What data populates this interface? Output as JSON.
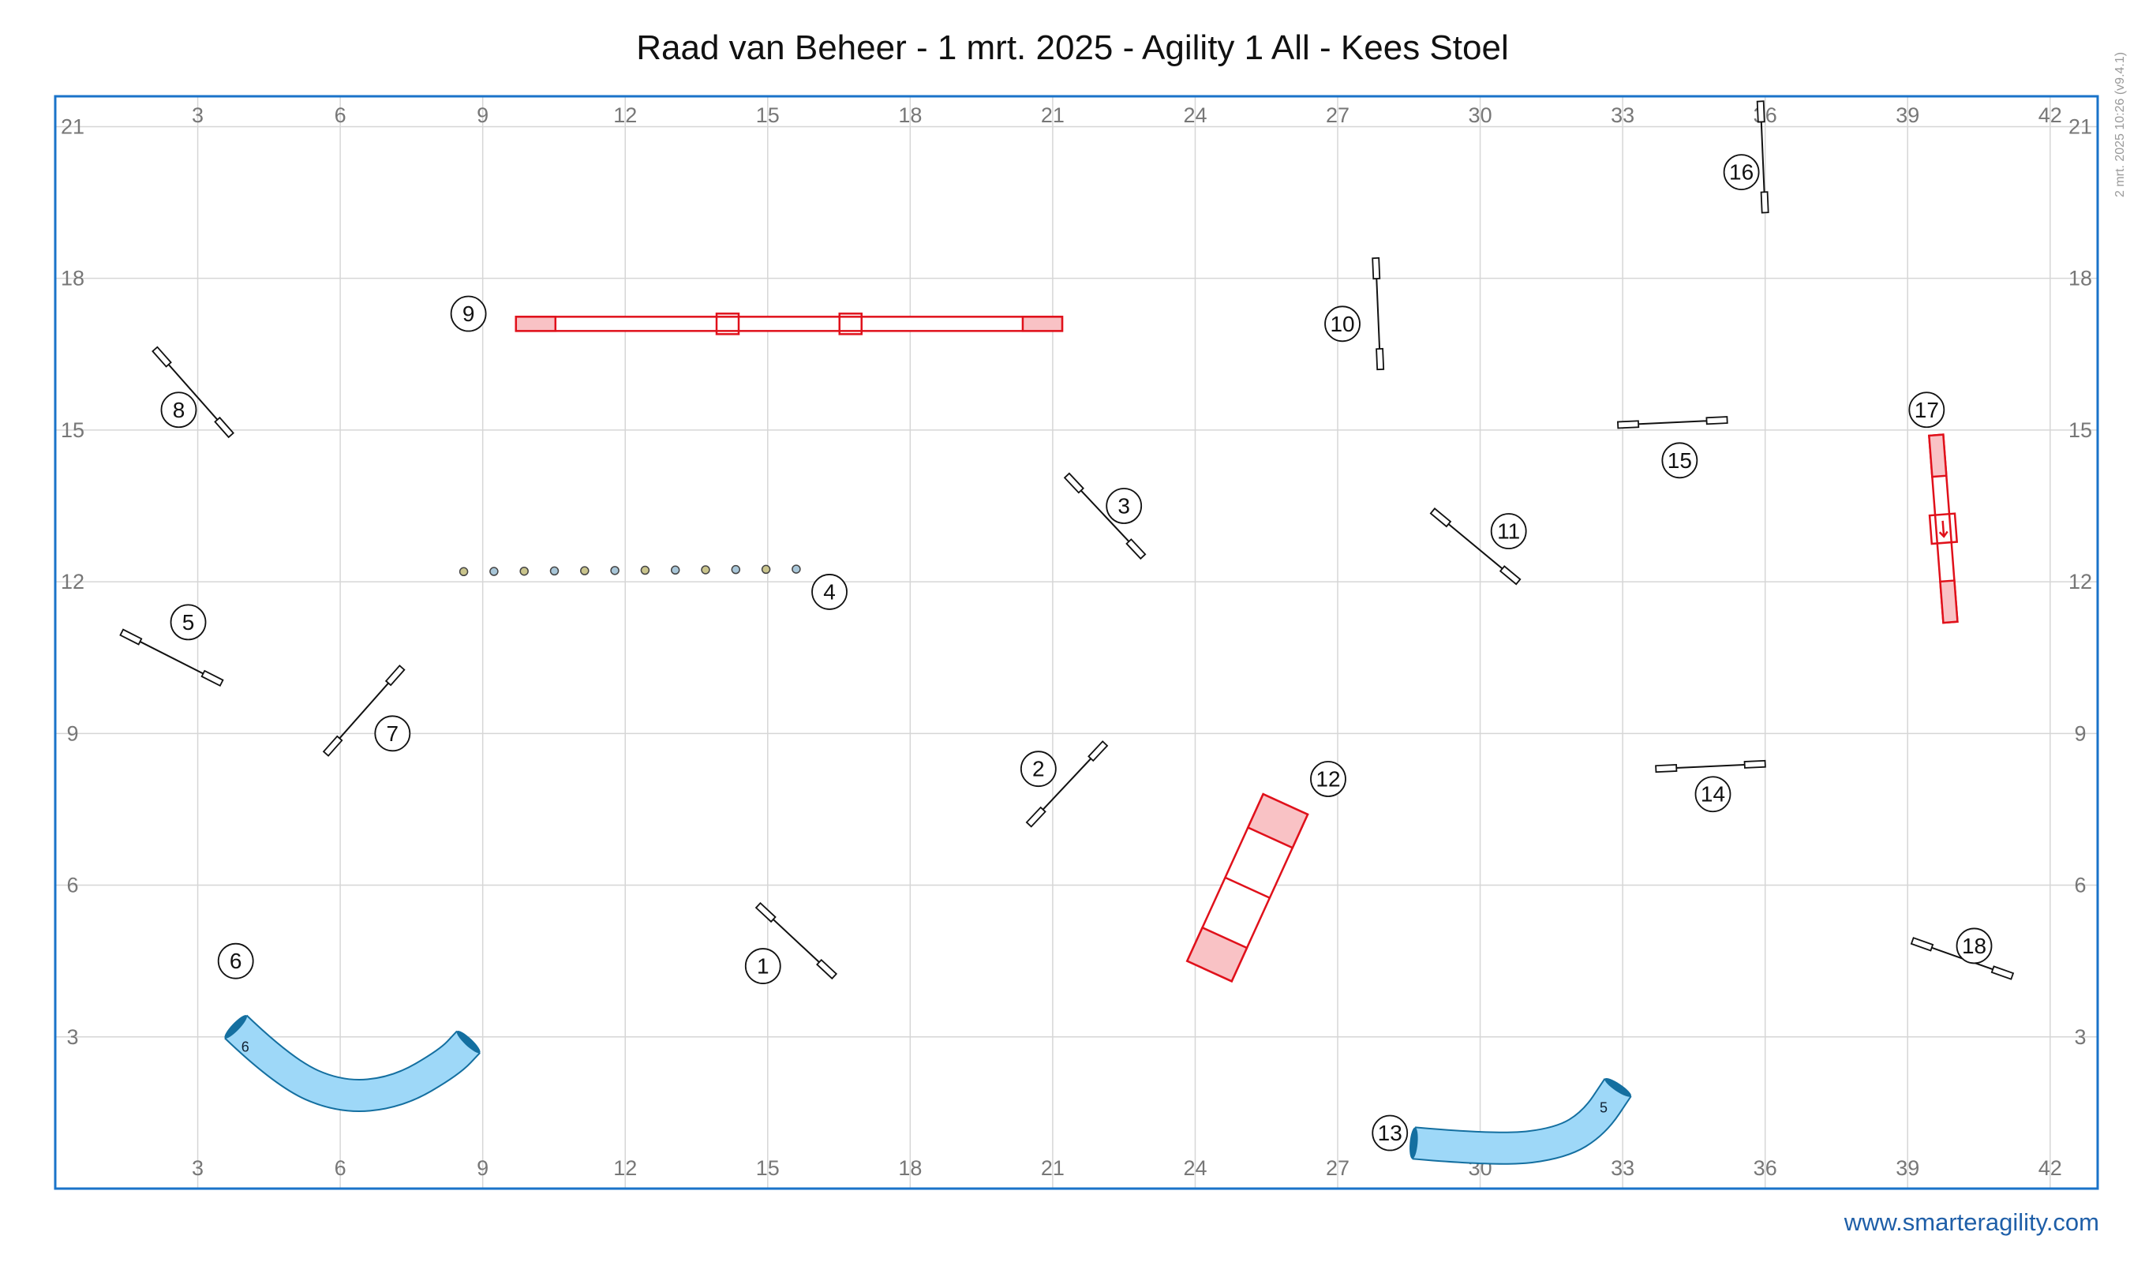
{
  "title": "Raad van Beheer - 1 mrt. 2025 - Agility 1 All - Kees Stoel",
  "footer": "www.smarteragility.com",
  "version_stamp": "2 mrt. 2025 10:26  (v9.4.1)",
  "colors": {
    "frame": "#1a73c9",
    "grid": "#d6d6d6",
    "contact_red": "#e0111b",
    "contact_fill": "#f9c2c5",
    "tunnel_fill": "#9ed8f8",
    "tunnel_stroke": "#146fa0",
    "ink": "#111111"
  },
  "axes": {
    "x_ticks": [
      3,
      6,
      9,
      12,
      15,
      18,
      21,
      24,
      27,
      30,
      33,
      36,
      39,
      42
    ],
    "y_ticks": [
      3,
      6,
      9,
      12,
      15,
      18,
      21
    ],
    "x_range": [
      0,
      43
    ],
    "y_range": [
      0,
      21.6
    ]
  },
  "obstacles": {
    "jumps": [
      {
        "number": "1",
        "a": [
          14.8,
          5.6
        ],
        "b": [
          16.4,
          4.2
        ],
        "label": [
          14.9,
          4.4
        ]
      },
      {
        "number": "2",
        "a": [
          20.5,
          7.2
        ],
        "b": [
          22.1,
          8.8
        ],
        "label": [
          20.7,
          8.3
        ]
      },
      {
        "number": "3",
        "a": [
          21.3,
          14.1
        ],
        "b": [
          22.9,
          12.5
        ],
        "label": [
          22.5,
          13.5
        ]
      },
      {
        "number": "5",
        "a": [
          1.4,
          11.0
        ],
        "b": [
          3.5,
          10.0
        ],
        "label": [
          2.8,
          11.2
        ]
      },
      {
        "number": "7",
        "a": [
          5.7,
          8.6
        ],
        "b": [
          7.3,
          10.3
        ],
        "label": [
          7.1,
          9.0
        ]
      },
      {
        "number": "8",
        "a": [
          2.1,
          16.6
        ],
        "b": [
          3.7,
          14.9
        ],
        "label": [
          2.6,
          15.4
        ]
      },
      {
        "number": "10",
        "a": [
          27.8,
          18.4
        ],
        "b": [
          27.9,
          16.2
        ],
        "label": [
          27.1,
          17.1
        ]
      },
      {
        "number": "11",
        "a": [
          29.0,
          13.4
        ],
        "b": [
          30.8,
          12.0
        ],
        "label": [
          30.6,
          13.0
        ]
      },
      {
        "number": "14",
        "a": [
          33.7,
          8.3
        ],
        "b": [
          36.0,
          8.4
        ],
        "label": [
          34.9,
          7.8
        ]
      },
      {
        "number": "15",
        "a": [
          32.9,
          15.1
        ],
        "b": [
          35.2,
          15.2
        ],
        "label": [
          34.2,
          14.4
        ]
      },
      {
        "number": "16",
        "a": [
          35.9,
          21.5
        ],
        "b": [
          36.0,
          19.3
        ],
        "label": [
          35.5,
          20.1
        ]
      },
      {
        "number": "18",
        "a": [
          39.1,
          4.9
        ],
        "b": [
          41.2,
          4.2
        ],
        "label": [
          40.4,
          4.8
        ]
      }
    ],
    "dogwalk": {
      "number": "9",
      "from": [
        9.7,
        17.1
      ],
      "to": [
        21.2,
        17.1
      ],
      "label": [
        8.7,
        17.3
      ]
    },
    "aframe": {
      "number": "12",
      "from": [
        25.9,
        7.6
      ],
      "to": [
        24.3,
        4.3
      ],
      "label": [
        26.8,
        8.1
      ]
    },
    "seesaw": {
      "number": "17",
      "from": [
        39.6,
        14.9
      ],
      "to": [
        39.9,
        11.2
      ],
      "label": [
        39.4,
        15.4
      ]
    },
    "weave": {
      "number": "4",
      "from": [
        8.6,
        12.2
      ],
      "to": [
        15.6,
        12.25
      ],
      "poles": 12,
      "label": [
        16.3,
        11.8
      ]
    },
    "tunnels": [
      {
        "number": "6",
        "tag": "6",
        "label": [
          3.8,
          4.5
        ],
        "mark": [
          4.0,
          2.8
        ],
        "path": [
          [
            3.8,
            3.2
          ],
          [
            4.8,
            2.3
          ],
          [
            6.0,
            1.8
          ],
          [
            7.2,
            1.9
          ],
          [
            8.3,
            2.5
          ],
          [
            8.7,
            2.9
          ]
        ]
      },
      {
        "number": "13",
        "tag": "5",
        "label": [
          28.1,
          1.1
        ],
        "mark": [
          32.6,
          1.6
        ],
        "path": [
          [
            28.6,
            0.9
          ],
          [
            30.4,
            0.75
          ],
          [
            31.7,
            0.9
          ],
          [
            32.4,
            1.3
          ],
          [
            32.9,
            2.0
          ]
        ]
      }
    ]
  }
}
